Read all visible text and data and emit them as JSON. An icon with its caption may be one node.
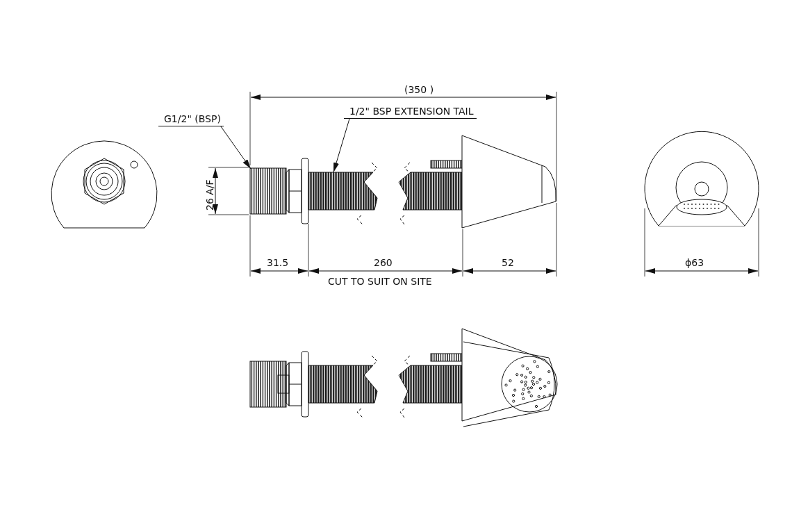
{
  "diagram": {
    "nodes": [
      {
        "text": [
          "G1/2\" (BSP)"
        ]
      },
      {
        "text": [
          "1/2\" BSP EXTENSION TAIL"
        ]
      },
      {
        "text": [],
        "shape": "box"
      },
      {
        "text": [],
        "shape": "box"
      }
    ],
    "edges": [
      {
        "from": 0,
        "to": 2,
        "arrow": "to"
      },
      {
        "from": 1,
        "to": 3,
        "arrow": "to"
      }
    ],
    "labels": [
      "(350 )",
      "26 A/F",
      "31.5",
      "260",
      "52",
      "ϕ63",
      "CUT TO SUIT ON SITE"
    ]
  }
}
